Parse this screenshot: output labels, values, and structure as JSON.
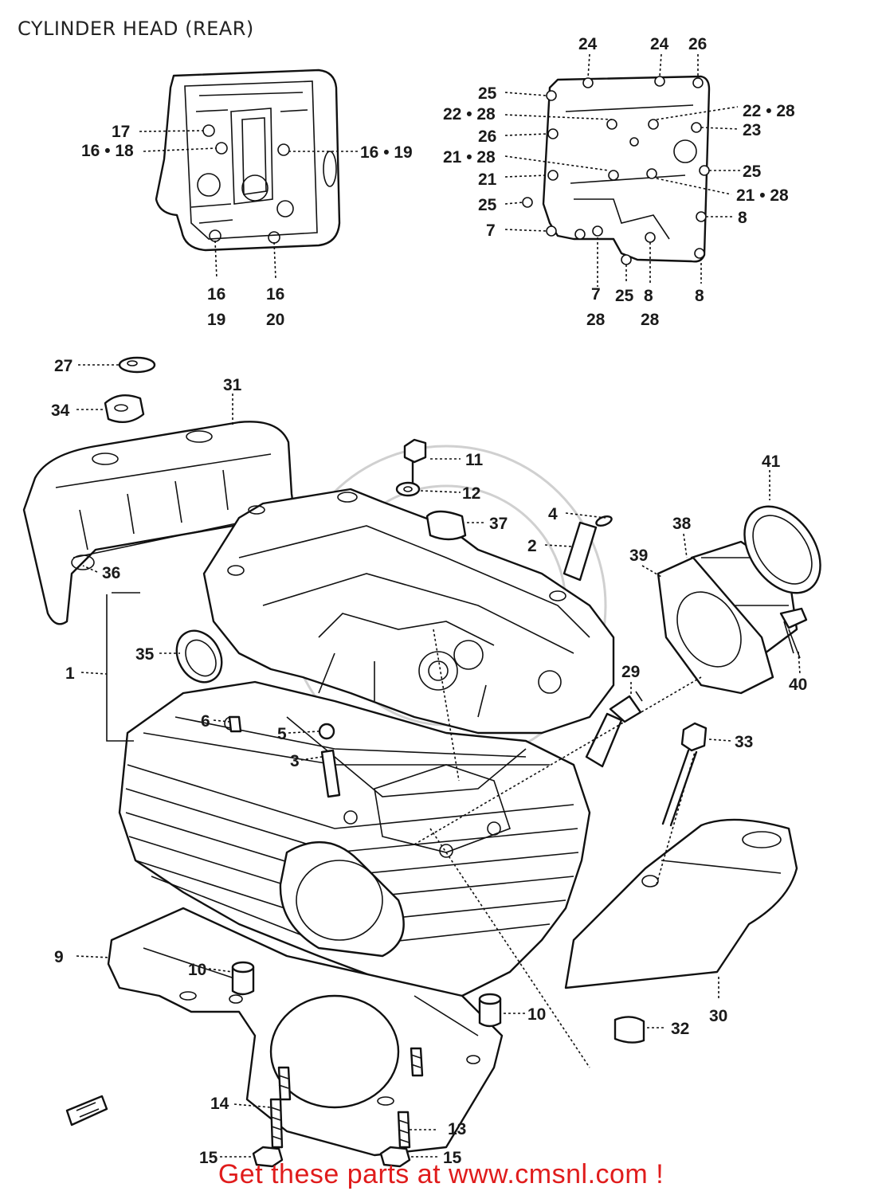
{
  "title": "CYLINDER HEAD (REAR)",
  "footer": "Get these parts at www.cmsnl.com !",
  "callouts": {
    "c17": "17",
    "c16_18": "16 • 18",
    "c16_19_top": "16 • 19",
    "c16a": "16",
    "c19": "19",
    "c16b": "16",
    "c20": "20",
    "c24a": "24",
    "c24b": "24",
    "c26a": "26",
    "c25a": "25",
    "c22_28a": "22 • 28",
    "c26b": "26",
    "c21_28a": "21 • 28",
    "c21": "21",
    "c25b": "25",
    "c7a": "7",
    "c22_28b": "22 • 28",
    "c23": "23",
    "c25c": "25",
    "c21_28b": "21 • 28",
    "c8a": "8",
    "c8b": "8",
    "c7b": "7",
    "c28a": "28",
    "c25d": "25",
    "c8c": "8",
    "c28b": "28",
    "c27": "27",
    "c34": "34",
    "c31": "31",
    "c36": "36",
    "c35": "35",
    "c1": "1",
    "c11": "11",
    "c12": "12",
    "c37": "37",
    "c4": "4",
    "c2": "2",
    "c41": "41",
    "c38": "38",
    "c39": "39",
    "c40": "40",
    "c29": "29",
    "c33": "33",
    "c6": "6",
    "c5": "5",
    "c3": "3",
    "c9": "9",
    "c10a": "10",
    "c10b": "10",
    "c32": "32",
    "c30": "30",
    "c14": "14",
    "c13": "13",
    "c15a": "15",
    "c15b": "15"
  }
}
